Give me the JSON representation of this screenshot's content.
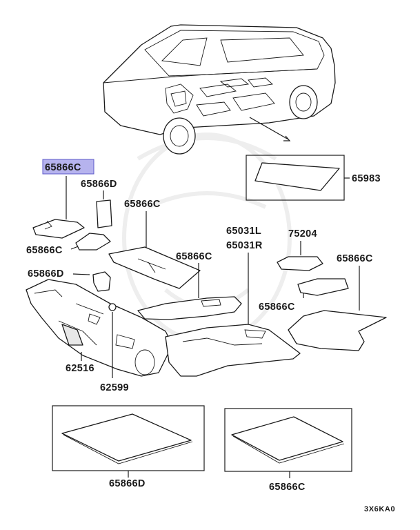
{
  "callouts": {
    "highlighted": "65866C",
    "top_left_d": "65866D",
    "top_mid_c": "65866C",
    "left_c": "65866C",
    "left_d": "65866D",
    "mid_c": "65866C",
    "carpet_l": "65031L",
    "carpet_r": "65031R",
    "pad_75204": "75204",
    "right_c": "65866C",
    "right_lower_c": "65866C",
    "box_65983": "65983",
    "dash_62516": "62516",
    "clip_62599": "62599",
    "bottom_left_d": "65866D",
    "bottom_right_c": "65866C"
  },
  "diagram_code": "3X6KA0",
  "colors": {
    "highlight_fill": "#b6b3ee",
    "highlight_border": "#5c58c8",
    "line": "#1a1a1a"
  }
}
